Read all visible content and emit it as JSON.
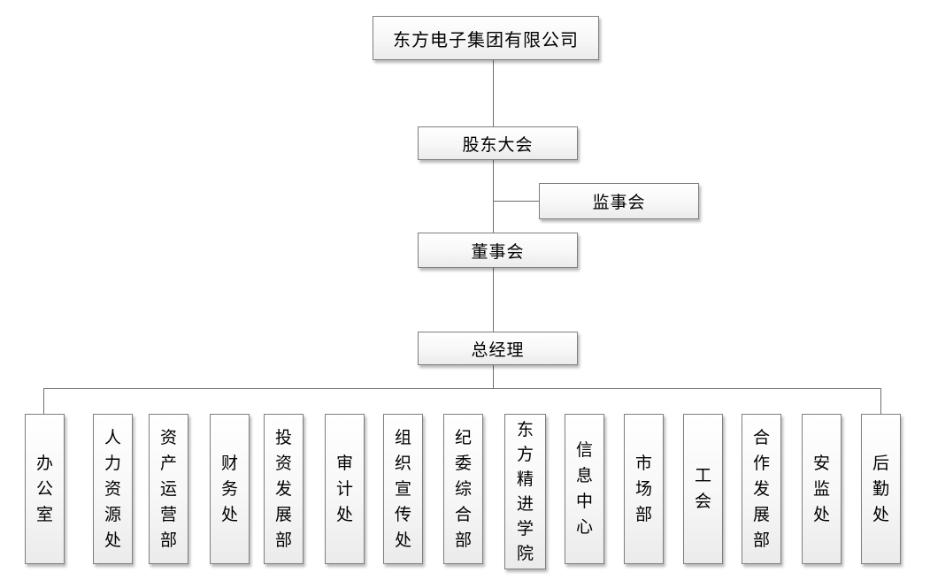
{
  "org_chart": {
    "root": {
      "label": "东方电子集团有限公司"
    },
    "shareholders_meeting": {
      "label": "股东大会"
    },
    "supervisory_board": {
      "label": "监事会"
    },
    "board_of_directors": {
      "label": "董事会"
    },
    "general_manager": {
      "label": "总经理"
    },
    "departments": [
      {
        "label": "办公室"
      },
      {
        "label": "人力资源处"
      },
      {
        "label": "资产运营部"
      },
      {
        "label": "财务处"
      },
      {
        "label": "投资发展部"
      },
      {
        "label": "审计处"
      },
      {
        "label": "组织宣传处"
      },
      {
        "label": "纪委综合部"
      },
      {
        "label": "东方精进学院"
      },
      {
        "label": "信息中心"
      },
      {
        "label": "市场部"
      },
      {
        "label": "工会"
      },
      {
        "label": "合作发展部"
      },
      {
        "label": "安监处"
      },
      {
        "label": "后勤处"
      }
    ],
    "colors": {
      "background": "#ffffff",
      "box_border": "#7f7f7f",
      "box_fill_top": "#ffffff",
      "box_fill_bottom": "#ebebeb",
      "connector_line": "#6e6e6e",
      "text": "#000000"
    }
  }
}
